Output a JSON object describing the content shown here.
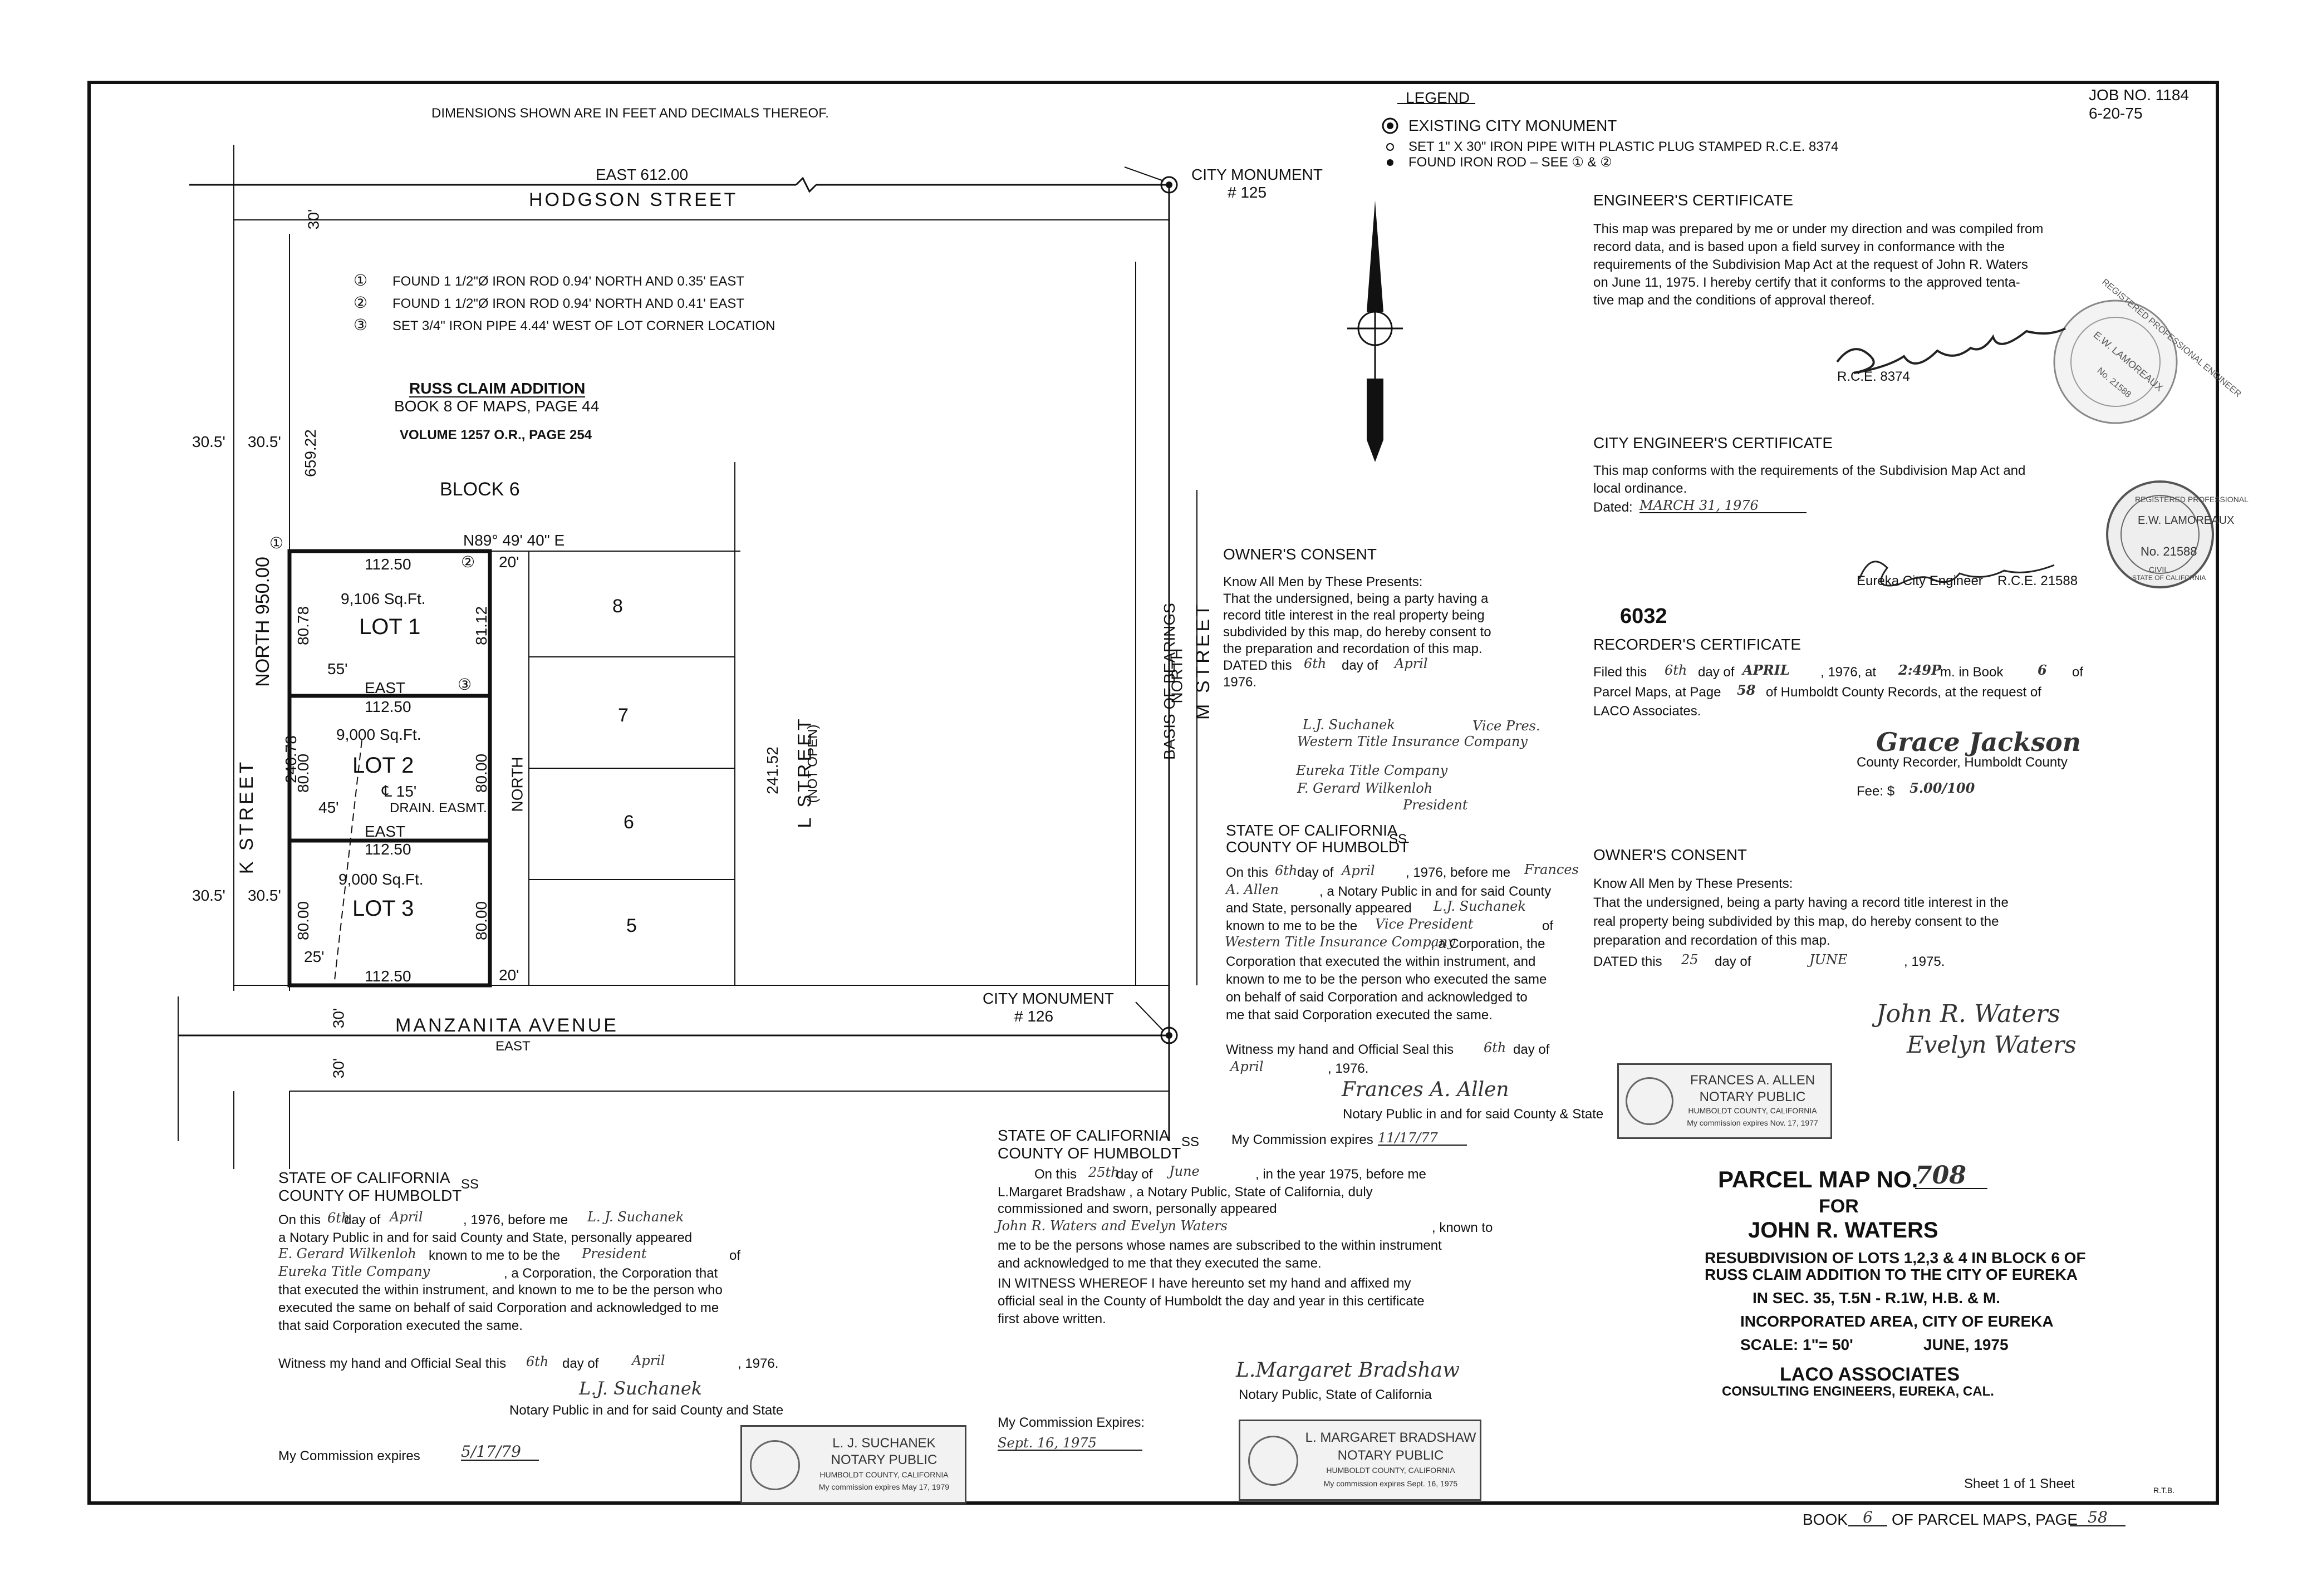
{
  "header": {
    "dimensions_note": "DIMENSIONS SHOWN ARE IN FEET AND DECIMALS THEREOF.",
    "job_no": "JOB NO. 1184",
    "job_date": "6-20-75"
  },
  "legend": {
    "title": "LEGEND",
    "items": [
      {
        "symbol": "existing-city-monument-symbol",
        "text": "EXISTING CITY MONUMENT"
      },
      {
        "symbol": "iron-pipe-symbol",
        "text": "SET 1\" X 30\" IRON PIPE WITH PLASTIC PLUG STAMPED R.C.E. 8374"
      },
      {
        "symbol": "found-iron-rod-symbol",
        "text": "FOUND IRON ROD – SEE ① & ②"
      }
    ]
  },
  "map": {
    "streets": {
      "hodgson": "HODGSON STREET",
      "hodgson_dim": "EAST 612.00",
      "manzanita": "MANZANITA AVENUE",
      "manzanita_dim": "EAST",
      "k_street": "K STREET",
      "k_dim": "NORTH 950.00",
      "l_street": "L STREET",
      "l_note": "(NOT OPEN)",
      "l_dim": "241.52",
      "m_street": "M STREET",
      "m_dir": "NORTH",
      "basis": "BASIS OF BEARINGS"
    },
    "monuments": {
      "mon125": "CITY MONUMENT",
      "mon125_no": "# 125",
      "mon126": "CITY MONUMENT",
      "mon126_no": "# 126"
    },
    "notes": [
      {
        "num": "①",
        "text": "FOUND 1 1/2\"Ø IRON ROD 0.94' NORTH AND 0.35' EAST"
      },
      {
        "num": "②",
        "text": "FOUND 1 1/2\"Ø IRON ROD 0.94' NORTH AND 0.41' EAST"
      },
      {
        "num": "③",
        "text": "SET 3/4\" IRON PIPE 4.44' WEST OF LOT CORNER LOCATION"
      }
    ],
    "addition": {
      "name": "RUSS CLAIM ADDITION",
      "book": "BOOK 8 OF MAPS, PAGE 44",
      "volume": "VOLUME 1257 O.R., PAGE 254",
      "block": "BLOCK 6"
    },
    "dims": {
      "w30a": "30'",
      "w30b": "30'",
      "w30c": "30'",
      "w305a": "30.5'",
      "w305b": "30.5'",
      "w305c": "30.5'",
      "w305d": "30.5'",
      "d65922": "659.22",
      "bearing": "N89° 49' 40\" E",
      "d20a": "20'",
      "d20b": "20'",
      "d24078": "240.78",
      "d55": "55'",
      "d45": "45'",
      "d25": "25'",
      "north": "NORTH",
      "east1": "EAST",
      "east2": "EAST"
    },
    "lots": [
      {
        "name": "LOT 1",
        "area": "9,106 Sq.Ft.",
        "top": "112.50",
        "left": "80.78",
        "right": "81.12"
      },
      {
        "name": "LOT 2",
        "area": "9,000 Sq.Ft.",
        "top": "112.50",
        "left": "80.00",
        "right": "80.00"
      },
      {
        "name": "LOT 3",
        "area": "9,000 Sq.Ft.",
        "top": "112.50",
        "left": "80.00",
        "right": "80.00",
        "bottom": "112.50"
      }
    ],
    "easement": {
      "width": "℄ 15'",
      "label": "DRAIN. EASMT."
    },
    "other_lots": [
      "8",
      "7",
      "6",
      "5"
    ]
  },
  "engineer_cert": {
    "title": "ENGINEER'S CERTIFICATE",
    "lines": [
      "This map was prepared by me or under my direction and was compiled from",
      "record data, and is based upon a field survey in conformance with the",
      "requirements of the Subdivision Map Act at the request of John R. Waters",
      "on June 11, 1975. I hereby certify that it conforms to the approved tenta-",
      "tive map and the conditions of approval thereof."
    ],
    "rce": "R.C.E. 8374"
  },
  "city_engineer_cert": {
    "title": "CITY ENGINEER'S CERTIFICATE",
    "lines": [
      "This map conforms with the requirements of the Subdivision Map Act and",
      "local ordinance."
    ],
    "dated_label": "Dated:",
    "dated_value": "MARCH 31, 1976",
    "sign_label": "Eureka City Engineer",
    "rce": "R.C.E. 21588",
    "seal": {
      "line1": "REGISTERED PROFESSIONAL",
      "line2": "E.W. LAMOREAUX",
      "line3": "No. 21588",
      "line4": "CIVIL",
      "line5": "STATE OF CALIFORNIA"
    }
  },
  "recorder_cert": {
    "number": "6032",
    "title": "RECORDER'S CERTIFICATE",
    "line1_a": "Filed this",
    "line1_b": "6th",
    "line1_c": "day of",
    "line1_d": "APRIL",
    "line1_e": ", 1976, at",
    "line1_f": "2:49P",
    "line1_g": "m. in Book",
    "line1_h": "6",
    "line1_i": "of",
    "line2_a": "Parcel Maps, at Page",
    "line2_b": "58",
    "line2_c": "of Humboldt County Records, at the request of",
    "line3": "LACO Associates.",
    "signature": "Grace Jackson",
    "sign_label": "County Recorder, Humboldt County",
    "fee_label": "Fee: $",
    "fee_value": "5.00/100"
  },
  "owner_consent_right": {
    "title": "OWNER'S CONSENT",
    "lines": [
      "Know All Men by These Presents:",
      "That the undersigned, being a party having a record title interest in the",
      "real property being subdivided by this map, do hereby consent to the",
      "preparation and recordation of this map."
    ],
    "dated_a": "DATED this",
    "dated_b": "25",
    "dated_c": "day of",
    "dated_d": "JUNE",
    "dated_e": ", 1975.",
    "sig1": "John R. Waters",
    "sig2": "Evelyn Waters"
  },
  "owner_consent_mid": {
    "title": "OWNER'S CONSENT",
    "lines": [
      "Know All Men by These Presents:",
      "That the undersigned, being a party having a",
      "record title interest in the real property being",
      "subdivided by this map, do hereby consent to",
      "the preparation and recordation of this map."
    ],
    "dated_a": "DATED this",
    "dated_b": "6th",
    "dated_c": "day of",
    "dated_d": "April",
    "year": "1976.",
    "sig1": "L.J. Suchanek",
    "sig1_title": "Vice Pres.",
    "sig1_company": "Western Title Insurance Company",
    "sig2_company": "Eureka Title Company",
    "sig2": "F. Gerard Wilkenloh",
    "sig2_title": "President"
  },
  "notary_mid": {
    "state": "STATE OF CALIFORNIA",
    "county": "COUNTY OF HUMBOLDT",
    "ss": "SS",
    "l1_a": "On this",
    "l1_b": "6th",
    "l1_c": "day of",
    "l1_d": "April",
    "l1_e": ", 1976, before me",
    "l1_f": "Frances",
    "l2_a": "A. Allen",
    "l2_b": ", a Notary Public in and for said County",
    "l3_a": "and State, personally appeared",
    "l3_b": "L.J. Suchanek",
    "l4_a": "known to me to be the",
    "l4_b": "Vice President",
    "l4_c": "of",
    "l5_a": "Western Title Insurance Company",
    "l5_b": ", a Corporation, the",
    "rest": [
      "Corporation that executed the within instrument, and",
      "known to me to be the person who executed the same",
      "on behalf of said Corporation and acknowledged to",
      "me that said Corporation executed the same."
    ],
    "witness_a": "Witness my hand and Official Seal this",
    "witness_b": "6th",
    "witness_c": "day of",
    "witness_d": "April",
    "witness_e": ", 1976.",
    "signature": "Frances A. Allen",
    "sign_label": "Notary Public in and for said County & State",
    "expires_label": "My Commission expires",
    "expires_value": "11/17/77",
    "seal": {
      "name": "FRANCES A. ALLEN",
      "title": "NOTARY PUBLIC",
      "county": "HUMBOLDT COUNTY, CALIFORNIA",
      "exp": "My commission expires Nov. 17, 1977"
    }
  },
  "notary_center": {
    "state": "STATE OF CALIFORNIA",
    "county": "COUNTY OF HUMBOLDT",
    "ss": "SS",
    "l1_a": "On this",
    "l1_b": "25th",
    "l1_c": "day of",
    "l1_d": "June",
    "l1_e": ", in the year 1975, before me",
    "l2": "L.Margaret Bradshaw , a Notary Public, State of California, duly",
    "l3": "commissioned and sworn, personally appeared",
    "l4_a": "John R. Waters and Evelyn Waters",
    "l4_b": ", known to",
    "rest": [
      "me to be the persons whose names are subscribed to the within instrument",
      "and acknowledged to me that they executed the same.",
      "     IN WITNESS WHEREOF I have hereunto set my hand and affixed my",
      "official seal in the County of Humboldt the day and year in this certificate",
      "first above written."
    ],
    "signature": "L.Margaret Bradshaw",
    "sign_label": "Notary Public, State of California",
    "expires_label": "My Commission Expires:",
    "expires_value": "Sept. 16, 1975",
    "seal": {
      "name": "L. MARGARET BRADSHAW",
      "title": "NOTARY PUBLIC",
      "county": "HUMBOLDT COUNTY, CALIFORNIA",
      "exp": "My commission expires Sept. 16, 1975"
    }
  },
  "notary_left": {
    "state": "STATE OF CALIFORNIA",
    "county": "COUNTY OF HUMBOLDT",
    "ss": "SS",
    "l1_a": "On this",
    "l1_b": "6th",
    "l1_c": "day of",
    "l1_d": "April",
    "l1_e": ", 1976, before me",
    "l1_f": "L. J. Suchanek",
    "l2": "a Notary Public in and for said County and State, personally appeared",
    "l3_a": "E. Gerard Wilkenloh",
    "l3_b": "known to me to be the",
    "l3_c": "President",
    "l3_d": "of",
    "l4_a": "Eureka Title Company",
    "l4_b": ", a Corporation, the Corporation that",
    "rest": [
      "that executed the within instrument, and known to me to be the person who",
      "executed the same on behalf of said Corporation and acknowledged to me",
      "that said Corporation executed the same."
    ],
    "witness_a": "Witness my hand and Official Seal this",
    "witness_b": "6th",
    "witness_c": "day of",
    "witness_d": "April",
    "witness_e": ", 1976.",
    "signature": "L.J. Suchanek",
    "sign_label": "Notary Public in and for said County and State",
    "expires_label": "My Commission expires",
    "expires_value": "5/17/79",
    "seal": {
      "name": "L. J. SUCHANEK",
      "title": "NOTARY PUBLIC",
      "county": "HUMBOLDT COUNTY, CALIFORNIA",
      "exp": "My commission expires May 17, 1979"
    }
  },
  "title_block": {
    "title_a": "PARCEL MAP NO.",
    "title_b": "708",
    "for": "FOR",
    "owner": "JOHN R. WATERS",
    "desc1": "RESUBDIVISION OF LOTS 1,2,3 & 4 IN BLOCK 6 OF",
    "desc2": "RUSS CLAIM ADDITION TO THE CITY OF EUREKA",
    "sec": "IN SEC. 35, T.5N - R.1W, H.B. & M.",
    "area": "INCORPORATED AREA, CITY OF EUREKA",
    "scale": "SCALE: 1\"= 50'",
    "date": "JUNE, 1975",
    "firm": "LACO ASSOCIATES",
    "firm_sub": "CONSULTING ENGINEERS, EUREKA, CAL.",
    "sheet": "Sheet 1 of 1 Sheet",
    "initials": "R.T.B."
  },
  "footer": {
    "book_a": "BOOK",
    "book_b": "6",
    "book_c": "OF PARCEL MAPS, PAGE",
    "book_d": "58"
  },
  "engineer_seal": {
    "line1": "REGISTERED PROFESSIONAL ENGINEER",
    "line2": "E.W. LAMOREAUX",
    "line3": "No. 21588"
  }
}
